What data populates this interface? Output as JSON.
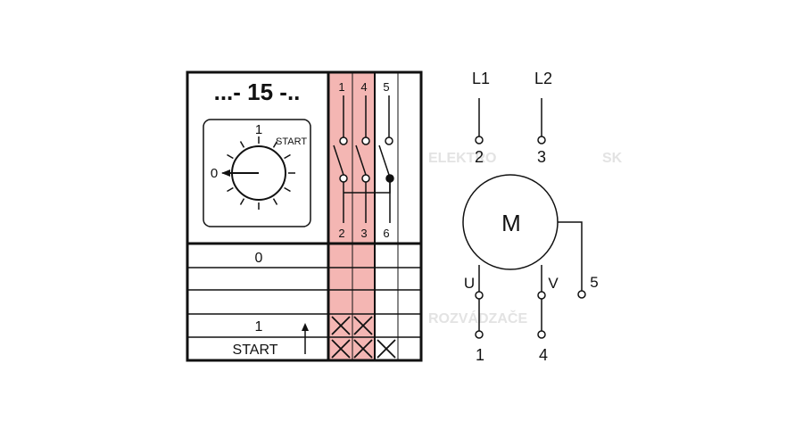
{
  "switch": {
    "title": "...- 15 -..",
    "dial": {
      "label_1": "1",
      "label_start": "START",
      "label_0": "0"
    },
    "top_contacts": [
      "1",
      "4",
      "5"
    ],
    "bottom_contacts": [
      "2",
      "3",
      "6"
    ],
    "positions": [
      {
        "label": "0",
        "marks": []
      },
      {
        "label": "",
        "marks": []
      },
      {
        "label": "",
        "marks": []
      },
      {
        "label": "1",
        "marks": [
          "2-1",
          "3-4"
        ]
      },
      {
        "label": "START",
        "marks": [
          "2-1",
          "3-4",
          "6-5"
        ]
      }
    ],
    "highlight_color": "#f4b6b3"
  },
  "motor": {
    "label": "M",
    "lines": [
      "L1",
      "L2"
    ],
    "line_terminals": [
      "2",
      "3"
    ],
    "windings": [
      "U",
      "V"
    ],
    "aux_terminal": "5",
    "bottom_terminals": [
      "1",
      "4"
    ]
  },
  "watermark": [
    "ELEKTRO",
    "ROZVÁDZAČE",
    "SK"
  ]
}
